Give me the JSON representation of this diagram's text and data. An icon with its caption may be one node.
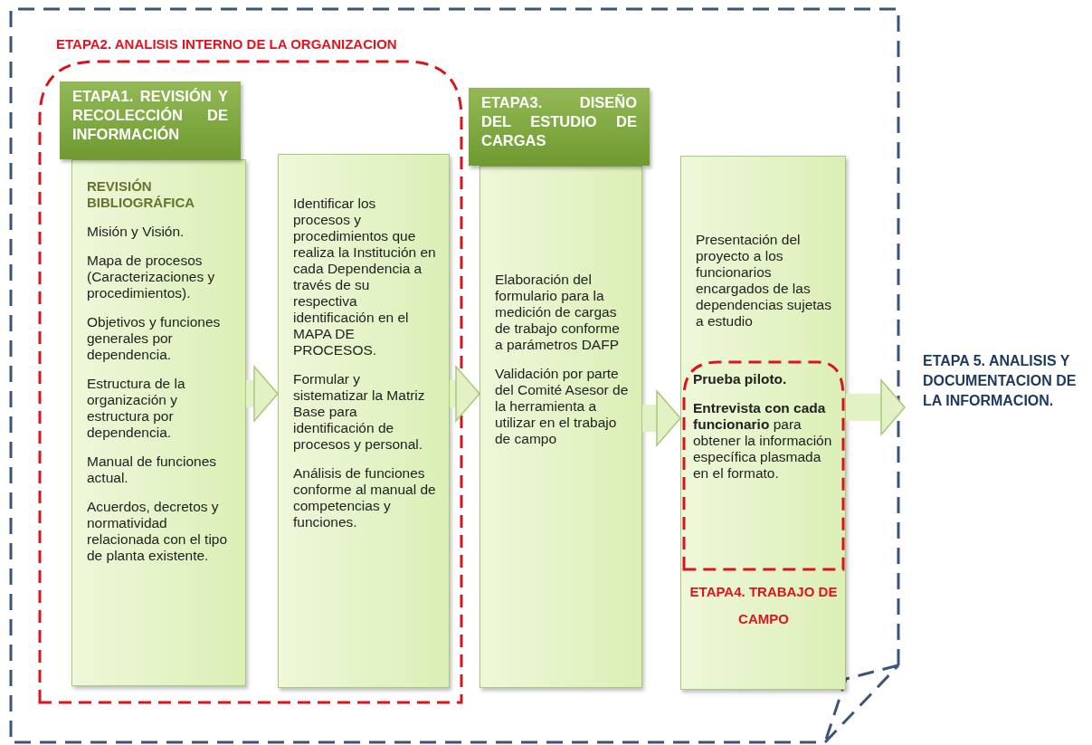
{
  "diagram": {
    "nodes": [
      {
        "text": [
          "ETAPA2. ANALISIS INTERNO DE LA ORGANIZACION"
        ]
      },
      {
        "text": [
          "ETAPA1. REVISIÓN Y RECOLECCIÓN DE INFORMACIÓN"
        ],
        "in": 0
      },
      {
        "text": [
          "REVISIÓN BIBLIOGRÁFICA",
          "Misión y Visión.",
          "Mapa de procesos (Caracterizaciones y procedimientos).",
          "Objetivos y funciones generales por dependencia.",
          "Estructura de la organización y estructura por dependencia.",
          "Manual de funciones actual.",
          "Acuerdos, decretos y normatividad relacionada con el tipo de planta existente."
        ],
        "in": 0
      },
      {
        "text": [
          "Identificar los procesos y procedimientos que realiza la Institución en cada Dependencia a través de su respectiva identificación en el MAPA DE PROCESOS.",
          "Formular y sistematizar la Matriz Base para identificación de procesos y personal.",
          "Análisis de funciones conforme al manual de competencias y funciones."
        ],
        "in": 0
      },
      {
        "text": [
          "ETAPA3. DISEÑO DEL ESTUDIO DE CARGAS"
        ]
      },
      {
        "text": [
          "Elaboración del formulario para la medición de cargas de trabajo conforme a parámetros DAFP",
          "Validación por parte del Comité Asesor de la herramienta a utilizar en el trabajo de campo"
        ]
      },
      {
        "text": [
          "Presentación del proyecto a los funcionarios encargados de las dependencias sujetas a estudio"
        ]
      },
      {
        "text": [
          "Prueba piloto.",
          "**Entrevista con cada funcionario** para obtener la información específica plasmada en el formato.",
          "ETAPA4. TRABAJO DE CAMPO"
        ],
        "in": 6
      },
      {
        "text": [
          "ETAPA 5. ANALISIS Y DOCUMENTACION DE LA INFORMACION."
        ]
      }
    ],
    "edges": [
      {
        "from": 2,
        "to": 3,
        "arrow": "to"
      },
      {
        "from": 3,
        "to": 5,
        "arrow": "to"
      },
      {
        "from": 5,
        "to": 6,
        "arrow": "to"
      },
      {
        "from": 6,
        "to": 8,
        "arrow": "to"
      }
    ]
  }
}
